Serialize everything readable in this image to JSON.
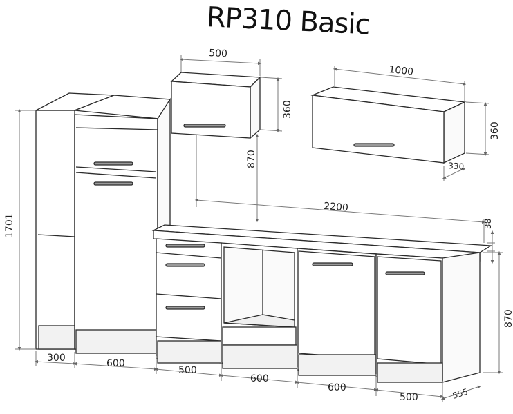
{
  "title": "RP310 Basic",
  "dimensions": {
    "tall_height": "1701",
    "upper_small_width": "500",
    "upper_small_height": "360",
    "upper_gap": "870",
    "upper_large_width": "1000",
    "upper_large_height": "360",
    "upper_large_depth": "330",
    "counter_length": "2200",
    "counter_thickness": "38",
    "base_height": "870",
    "depth": "555",
    "widths": [
      "300",
      "600",
      "500",
      "600",
      "600",
      "500"
    ]
  },
  "colors": {
    "line": "#2b2b2b",
    "dimension_line": "#7a7a7a",
    "fill": "#ffffff",
    "plinth": "#e9e9e9"
  }
}
